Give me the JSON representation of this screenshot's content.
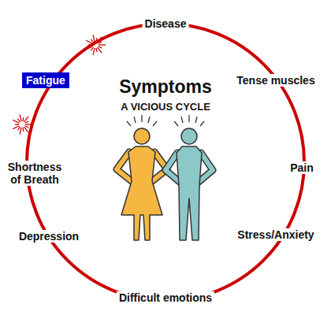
{
  "diagram": {
    "title": "Symptoms",
    "nodes": [
      {
        "text": [
          "Fatigue"
        ]
      }
    ],
    "labels": [
      "A VICIOUS CYCLE",
      "Disease",
      "Tense muscles",
      "Pain",
      "Stress/Anxiety",
      "Difficult emotions",
      "Depression",
      "Shortness of Breath"
    ]
  }
}
